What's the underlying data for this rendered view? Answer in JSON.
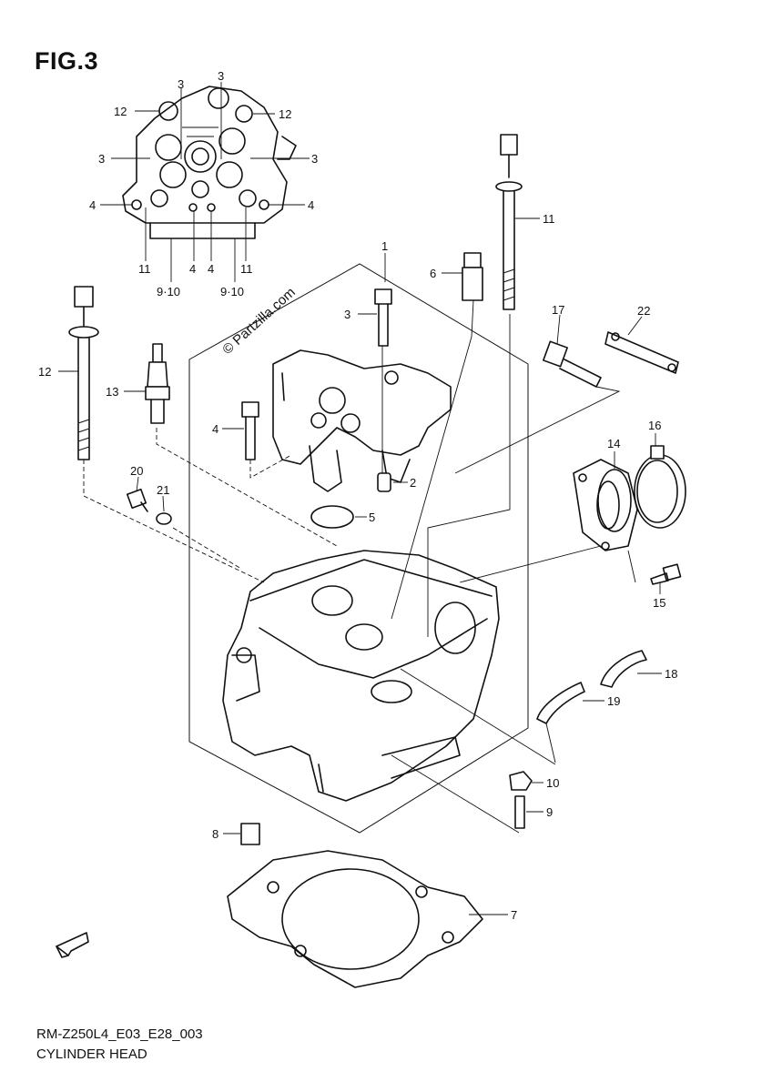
{
  "figure": {
    "title": "FIG.3",
    "code": "RM-Z250L4_E03_E28_003",
    "name": "CYLINDER HEAD",
    "watermark": "© Partzilla.com"
  },
  "callouts": {
    "c1": "1",
    "c2": "2",
    "c3": "3",
    "c4": "4",
    "c5": "5",
    "c6": "6",
    "c7": "7",
    "c8": "8",
    "c9": "9",
    "c10": "10",
    "c11": "11",
    "c12": "12",
    "c13": "13",
    "c14": "14",
    "c15": "15",
    "c16": "16",
    "c17": "17",
    "c18": "18",
    "c19": "19",
    "c20": "20",
    "c21": "21",
    "c22": "22"
  },
  "inset_callouts": {
    "i3a": "3",
    "i3b": "3",
    "i3c": "3",
    "i3d": "3",
    "i12a": "12",
    "i12b": "12",
    "i4a": "4",
    "i4b": "4",
    "i4c": "4",
    "i4d": "4",
    "i11a": "11",
    "i11b": "11",
    "i910a": "9·10",
    "i910b": "9·10"
  },
  "icons": {
    "fwd": "fwd-arrow-icon"
  }
}
